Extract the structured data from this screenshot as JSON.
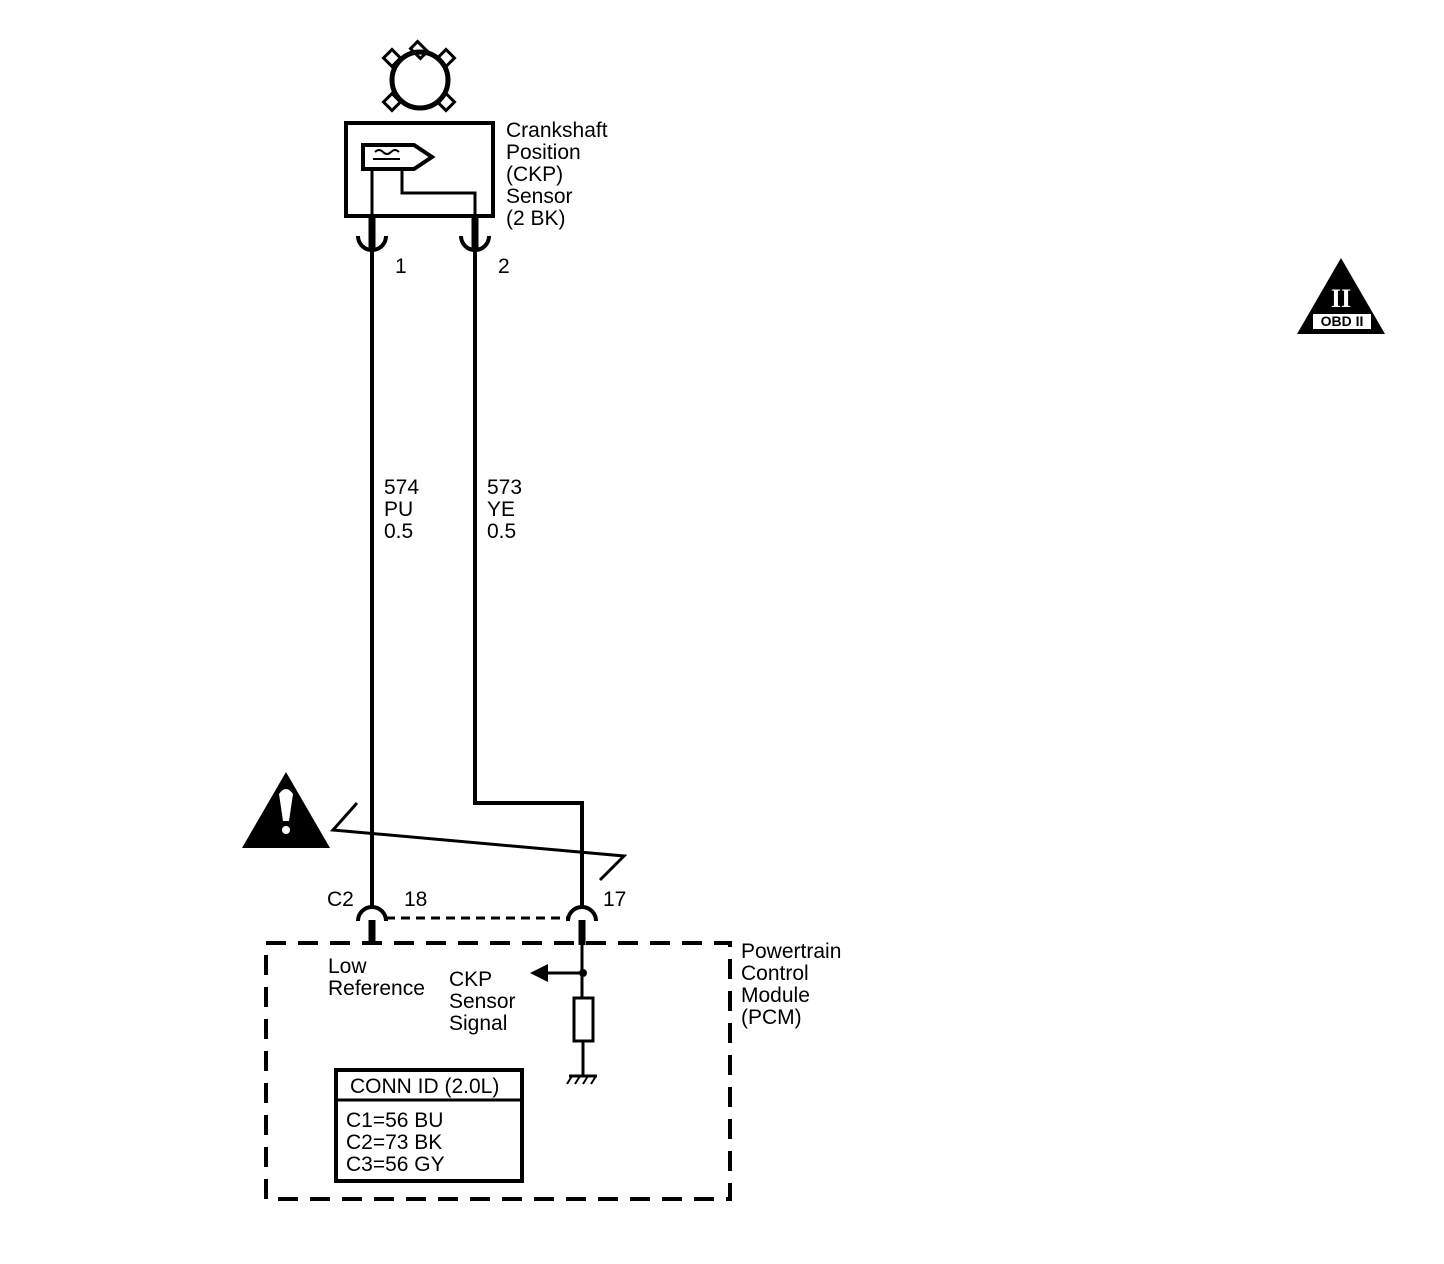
{
  "sensor": {
    "lines": [
      "Crankshaft",
      "Position",
      "(CKP)",
      "Sensor",
      "(2 BK)"
    ],
    "pin1": "1",
    "pin2": "2"
  },
  "wire_574": {
    "circuit": "574",
    "color": "PU",
    "size": "0.5"
  },
  "wire_573": {
    "circuit": "573",
    "color": "YE",
    "size": "0.5"
  },
  "pcm": {
    "connector": "C2",
    "pin18": "18",
    "pin17": "17",
    "lines": [
      "Powertrain",
      "Control",
      "Module",
      "(PCM)"
    ],
    "low_ref": [
      "Low",
      "Reference"
    ],
    "signal": [
      "CKP",
      "Sensor",
      "Signal"
    ]
  },
  "conn_id": {
    "title": "CONN ID (2.0L)",
    "rows": [
      "C1=56 BU",
      "C2=73 BK",
      "C3=56 GY"
    ]
  },
  "obd_badge": {
    "roman": "II",
    "label": "OBD II"
  }
}
